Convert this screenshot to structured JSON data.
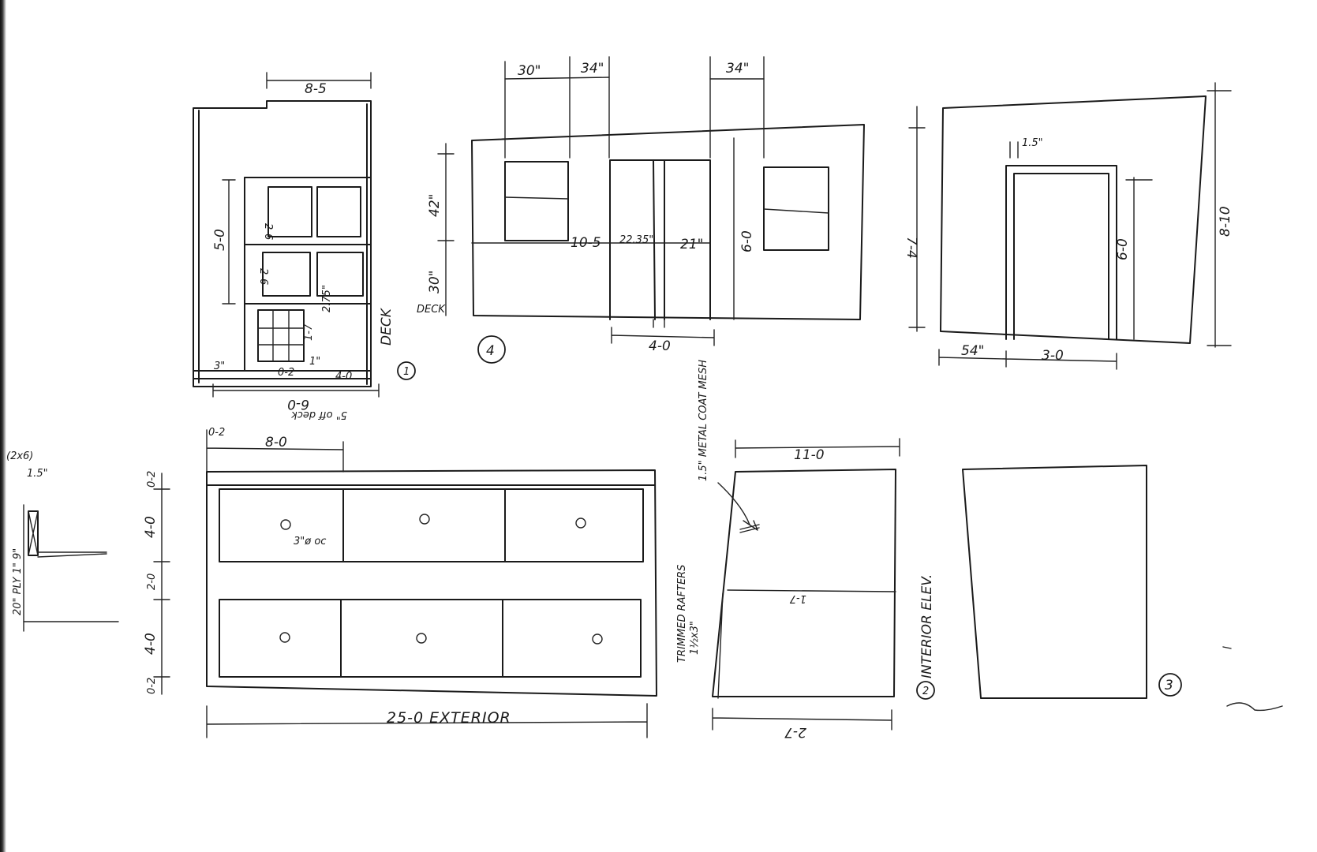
{
  "sheet": {
    "elev1": {
      "top_width": "8-5",
      "h_5_0": "5-0",
      "w_2_6_a": "2-6",
      "w_2_6_b": "2-6",
      "d_275": "2.75\"",
      "d_1_7": "1-7",
      "d_3in": "3\"",
      "d_1in": "1\"",
      "d_0_2": "0-2",
      "d_4_0": "4-0",
      "bottom_width": "6-0",
      "off_deck": "5\" off deck",
      "deck_label": "DECK",
      "tag": "1"
    },
    "elev4": {
      "w30": "30\"",
      "w34a": "34\"",
      "w34b": "34\"",
      "h42": "42\"",
      "h30": "30\"",
      "deck": "DECK",
      "d10_5": "10-5",
      "d2235": "22.35\"",
      "d21": "21\"",
      "h6_0": "6-0",
      "w4_0": "4-0",
      "tag": "4",
      "mesh": "1.5\" METAL COAT MESH"
    },
    "elev_side": {
      "d15": "1.5\"",
      "h7_4": "7-4",
      "h6_0": "6-0",
      "h8_10": "8-10",
      "w54": "54\"",
      "w3_0": "3-0"
    },
    "plan": {
      "d0_2_top": "0-2",
      "w8_0": "8-0",
      "h0_2a": "0-2",
      "h4_0a": "4-0",
      "h2_0": "2-0",
      "h4_0b": "4-0",
      "h0_2b": "0-2",
      "hole_note": "3\"ø oc",
      "overall": "25-0 EXTERIOR"
    },
    "detail": {
      "size": "(2x6)",
      "d15": "1.5\"",
      "ply": "20\" PLY 1\" 9\""
    },
    "interior": {
      "w11_0": "11-0",
      "mid": "1-7",
      "rafters": "TRIMMED RAFTERS",
      "rafter_size": "1½x3\"",
      "label": "INTERIOR ELEV.",
      "bottom": "2-7",
      "tag": "2"
    },
    "elev3": {
      "tag": "3"
    }
  }
}
